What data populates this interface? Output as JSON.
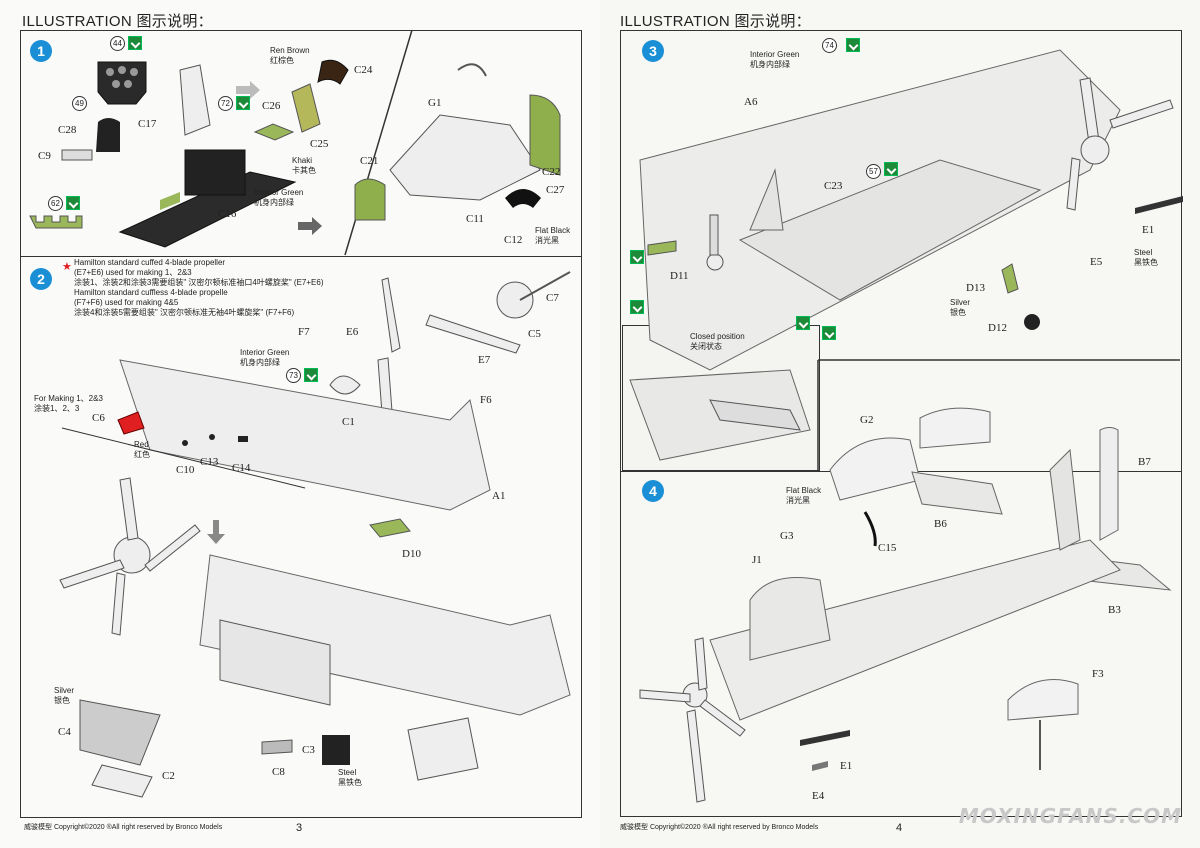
{
  "left": {
    "header": "ILLUSTRATION 图示说明：",
    "steps": [
      "1",
      "2"
    ],
    "step1": {
      "callouts": {
        "c44": "44",
        "c49": "49",
        "c62": "62",
        "c72": "72"
      },
      "parts": [
        "C28",
        "C9",
        "C17",
        "C16",
        "C26",
        "C25",
        "C24",
        "C21",
        "C22",
        "G1",
        "C27",
        "C11",
        "C12"
      ],
      "notes": {
        "ren_brown": "Ren Brown\n红棕色",
        "khaki": "Khaki\n卡其色",
        "interior_green": "Interior Green\n机身内部绿",
        "flat_black": "Flat Black\n消光黑"
      }
    },
    "step2": {
      "propeller_note": "Hamilton standard cuffed 4-blade propeller\n(E7+E6) used for making 1、2&3\n涂装1、涂装2和涂装3需要组装\" 汉密尔顿标准袖口4叶螺旋桨\" (E7+E6)\nHamilton standard cuffless 4-blade propelle\n(F7+F6) used for making 4&5\n涂装4和涂装5需要组装\" 汉密尔顿标准无袖4叶螺旋桨\" (F7+F6)",
      "for_making": "For Making 1、2&3\n涂装1、2、3",
      "callouts": {
        "c73": "73"
      },
      "parts": [
        "C7",
        "C5",
        "E6",
        "E7",
        "F7",
        "F6",
        "C1",
        "C6",
        "C10",
        "C13",
        "C14",
        "A1",
        "D10",
        "C4",
        "C2",
        "C8",
        "C3"
      ],
      "notes": {
        "interior_green": "Interior Green\n机身内部绿",
        "red": "Red\n红色",
        "silver": "Silver\n银色",
        "steel": "Steel\n黑铁色"
      }
    },
    "footer": "威骏模型  Copyright©2020  ®All right reserved by Bronco Models",
    "page_number": "3"
  },
  "right": {
    "header": "ILLUSTRATION 图示说明：",
    "steps": [
      "3",
      "4"
    ],
    "step3": {
      "callouts": {
        "c74": "74",
        "c57": "57"
      },
      "parts": [
        "A6",
        "C23",
        "E1",
        "E5",
        "D11",
        "D13",
        "D12"
      ],
      "notes": {
        "interior_green": "Interior Green\n机身内部绿",
        "steel": "Steel\n黑铁色",
        "silver": "Silver\n银色",
        "closed_position": "Closed position\n关闭状态"
      }
    },
    "step4": {
      "parts": [
        "G2",
        "B7",
        "C15",
        "B6",
        "G3",
        "J1",
        "B3",
        "F3",
        "E1",
        "E4"
      ],
      "notes": {
        "flat_black": "Flat Black\n消光黑"
      }
    },
    "footer": "威骏模型  Copyright©2020  ®All right reserved by Bronco Models",
    "page_number": "4",
    "watermark": "MOXINGFANS.COM"
  },
  "colors": {
    "step_blue": "#1a8fd6",
    "interior_green": "#9ab85a",
    "red": "#e02020",
    "badge_green": "#1d8a3a"
  }
}
